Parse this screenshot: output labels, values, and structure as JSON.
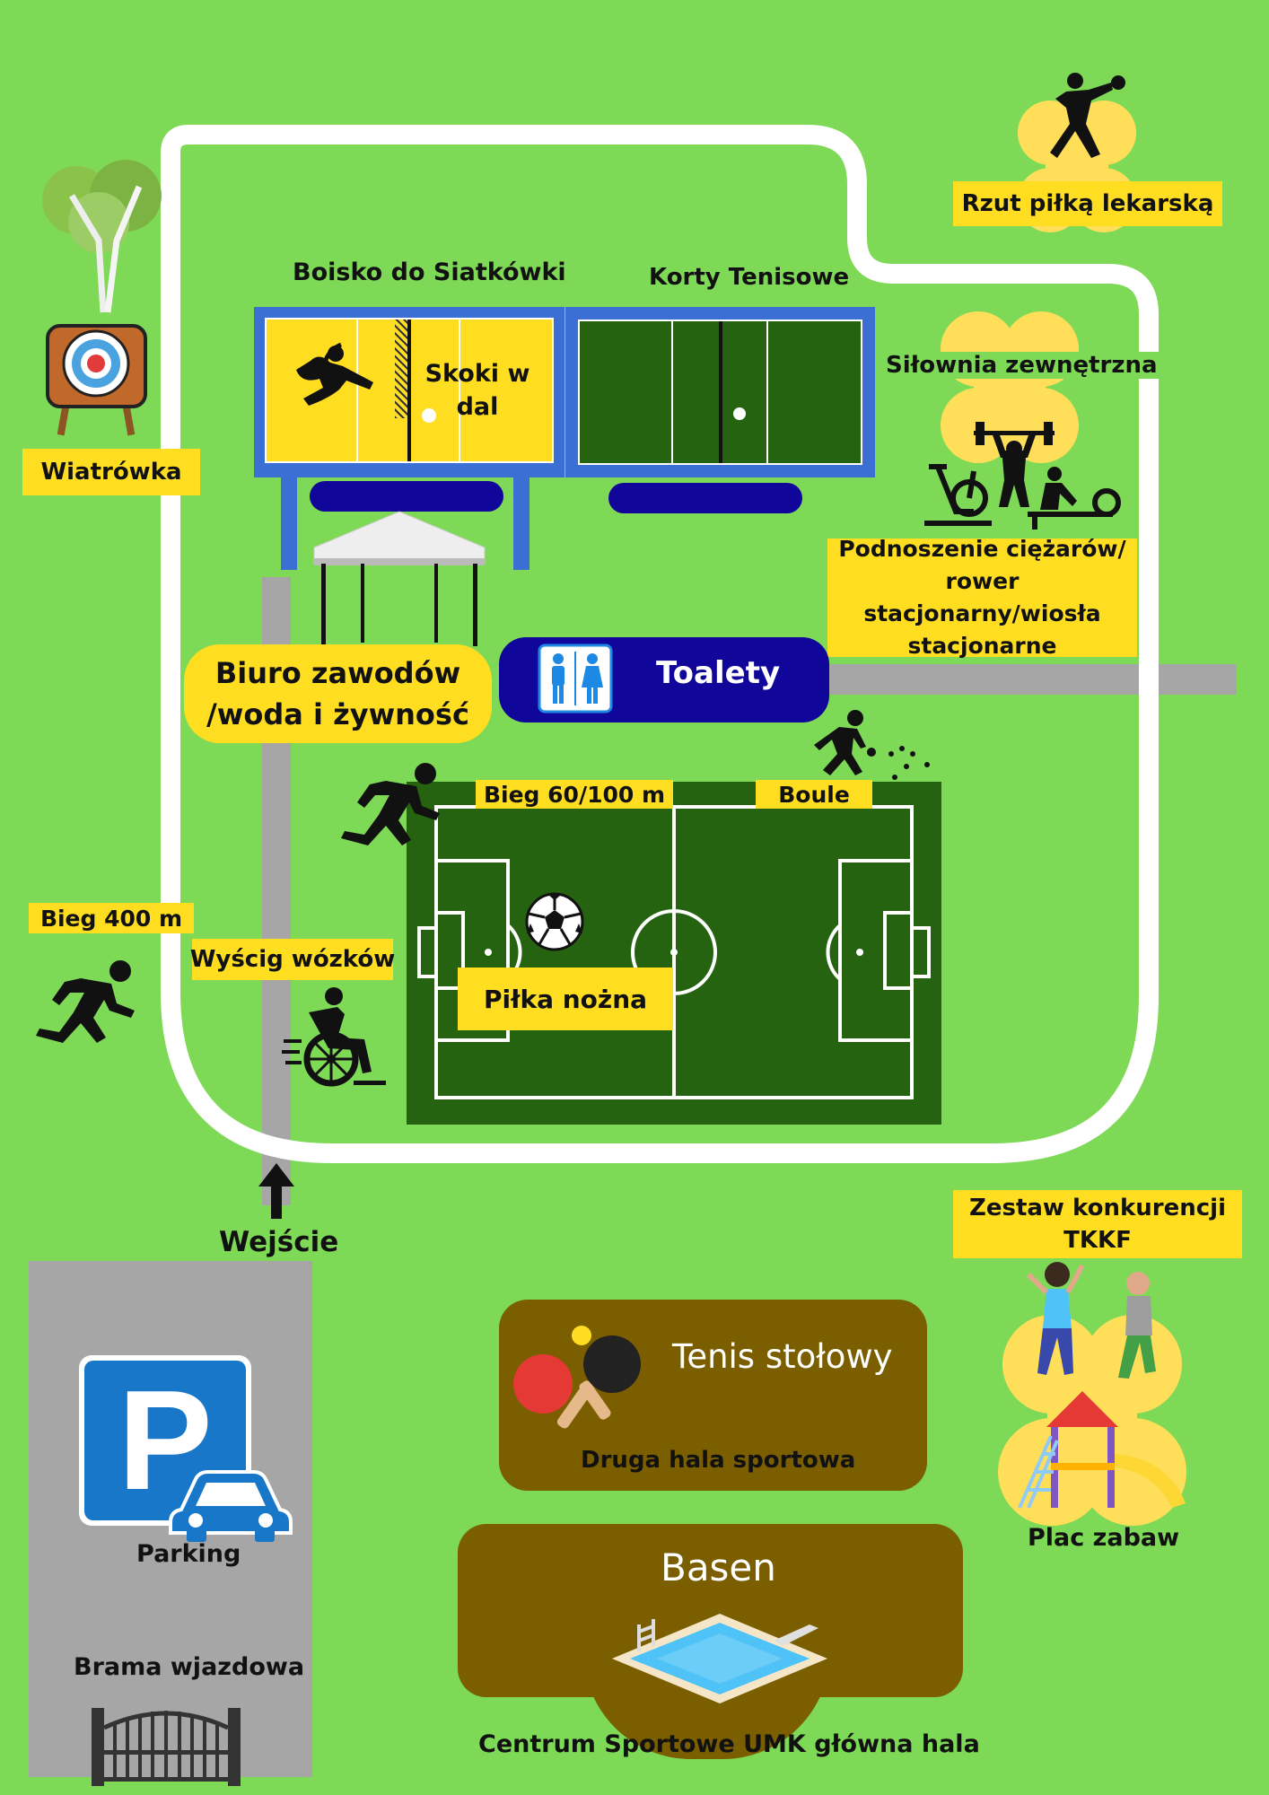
{
  "labels": {
    "volleyball": "Boisko do Siatkówki",
    "tennis": "Korty Tenisowe",
    "long_jump_line1": "Skoki w",
    "long_jump_line2": "dal",
    "medicine_ball": "Rzut piłką lekarską",
    "outdoor_gym": "Siłownia zewnętrzna",
    "weights_line1": "Podnoszenie ciężarów/",
    "weights_line2": "rower stacjonarny/wiosła",
    "weights_line3": "stacjonarne",
    "air_rifle": "Wiatrówka",
    "office_line1": "Biuro zawodów",
    "office_line2": "/woda i żywność",
    "toilets": "Toalety",
    "sprint": "Bieg 60/100 m",
    "boule": "Boule",
    "run400": "Bieg 400 m",
    "wheelchair": "Wyścig wózków",
    "football": "Piłka nożna",
    "entrance": "Wejście",
    "tkkf_line1": "Zestaw konkurencji",
    "tkkf_line2": "TKKF",
    "table_tennis": "Tenis stołowy",
    "second_hall": "Druga hala sportowa",
    "playground": "Plac zabaw",
    "parking": "Parking",
    "pool": "Basen",
    "main_hall": "Centrum Sportowe UMK główna hala",
    "gate": "Brama wjazdowa"
  },
  "icons": [
    "target-icon",
    "birch-tree-icon",
    "long-jump-icon",
    "thrower-icon",
    "barbell-icon",
    "exercise-bike-icon",
    "rowing-icon",
    "tent-icon",
    "toilet-icon",
    "boule-player-icon",
    "runner-icon",
    "wheelchair-icon",
    "soccer-ball-icon",
    "arrow-up-icon",
    "parking-icon",
    "car-icon",
    "ping-pong-icon",
    "playground-icon",
    "pool-icon",
    "gate-icon"
  ],
  "colors": {
    "grass": "#7ed957",
    "label_yellow": "#ffde21",
    "court_blue": "#3b6fd4",
    "navy": "#10069a",
    "field_green": "#256310",
    "hall_brown": "#7a5e00",
    "road_gray": "#a6a6a6"
  }
}
